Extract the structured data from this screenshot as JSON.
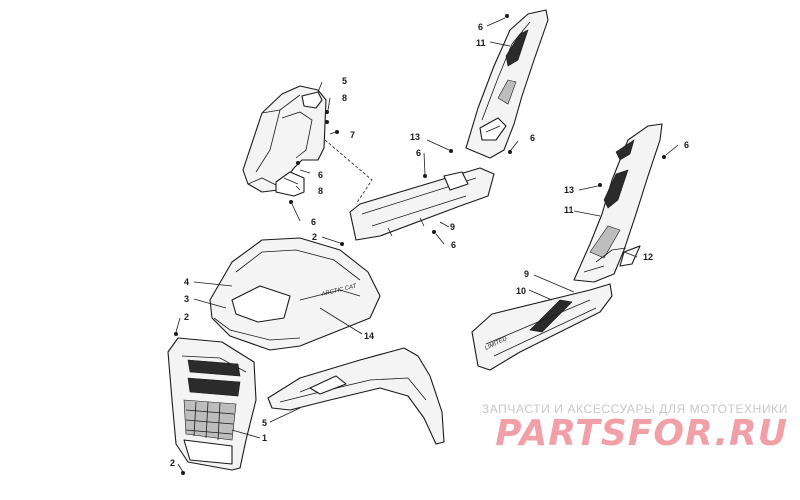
{
  "diagram": {
    "callouts": [
      "6",
      "11",
      "5",
      "8",
      "7",
      "13",
      "6",
      "6",
      "6",
      "8",
      "6",
      "2",
      "9",
      "6",
      "6",
      "13",
      "11",
      "12",
      "9",
      "10",
      "4",
      "3",
      "14",
      "2",
      "5",
      "1",
      "2"
    ],
    "decal_texts": {
      "hood_brand": "ARCTIC CAT",
      "panel_limited": "LIMITED"
    }
  },
  "watermark": {
    "subtitle": "ЗАПЧАСТИ И АКСЕССУАРЫ ДЛЯ МОТОТЕХНИКИ",
    "logo": "PARTSFOR.RU",
    "colors": {
      "subtitle": "#c8c8c8",
      "logo": "#f2a0a8"
    }
  }
}
